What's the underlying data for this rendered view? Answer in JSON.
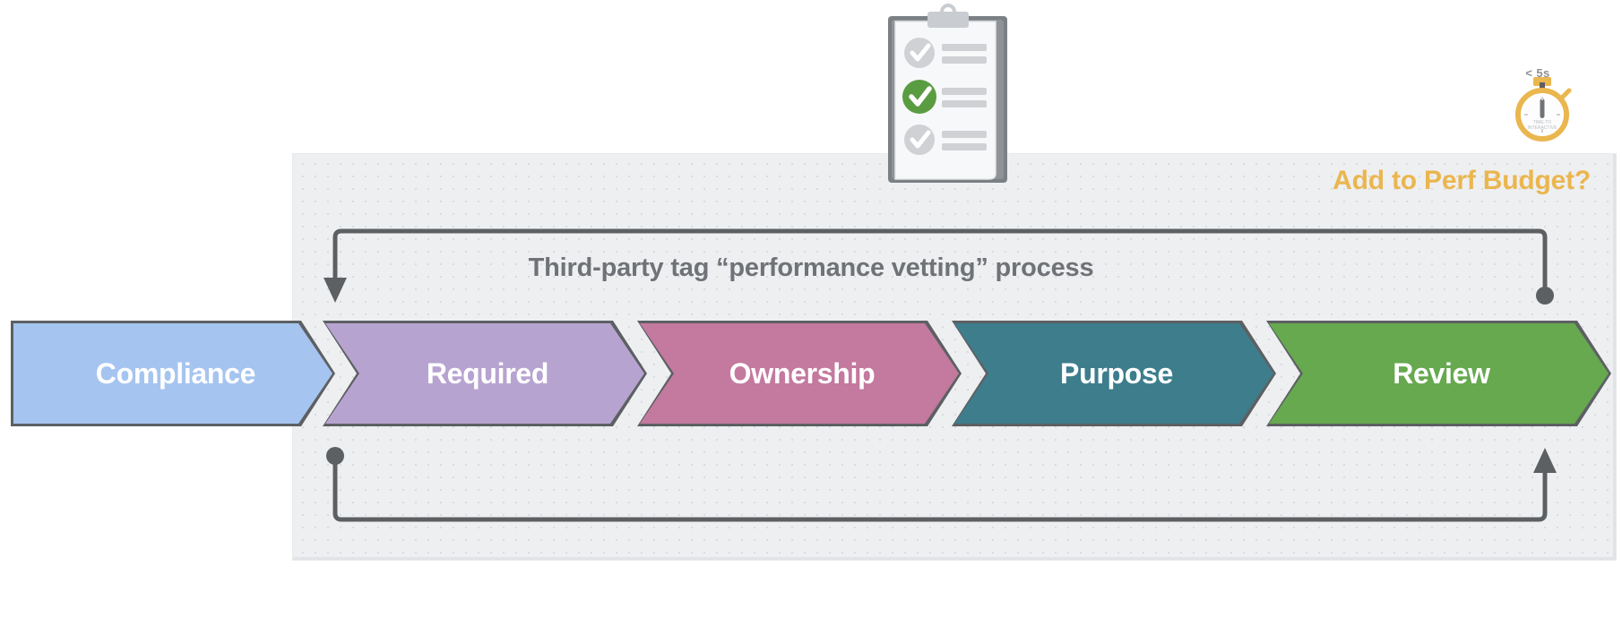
{
  "diagram": {
    "title": "Third-party tag “performance vetting” process",
    "title_plain": "Third-party tag \"performance vetting\" process",
    "perf_budget_label": "Add to Perf Budget?",
    "panel_color": "#eeeff1",
    "accent_color": "#eab64e",
    "title_color": "#6f7276",
    "connector_color": "#5d6063"
  },
  "stages": [
    {
      "label": "Compliance",
      "color": "#a5c4f0",
      "outline": "#5d6063",
      "shape": "start"
    },
    {
      "label": "Required",
      "color": "#b7a3d0",
      "outline": "#5d6063",
      "shape": "mid"
    },
    {
      "label": "Ownership",
      "color": "#c4799f",
      "outline": "#5d6063",
      "shape": "mid"
    },
    {
      "label": "Purpose",
      "color": "#3d7d8c",
      "outline": "#5d6063",
      "shape": "mid"
    },
    {
      "label": "Review",
      "color": "#66a94f",
      "outline": "#5d6063",
      "shape": "end"
    }
  ],
  "connectors": [
    {
      "name": "top-feedback-loop",
      "from": "review-end-dot",
      "to": "compliance-start-arrow",
      "terminator_start": "dot",
      "terminator_end": "arrow-down"
    },
    {
      "name": "bottom-feedback-loop",
      "from": "compliance-bottom-dot",
      "to": "review-bottom-arrow",
      "terminator_start": "dot",
      "terminator_end": "arrow-up"
    }
  ],
  "stopwatch": {
    "badge": "< 5s",
    "face_line_1": "TIME-TO",
    "face_line_2": "INTERACTIVE",
    "color": "#eab64e"
  },
  "clipboard": {
    "items": [
      {
        "checked": false,
        "color": "#cfd1d4"
      },
      {
        "checked": true,
        "color": "#5a9c41"
      },
      {
        "checked": false,
        "color": "#cfd1d4"
      }
    ]
  }
}
